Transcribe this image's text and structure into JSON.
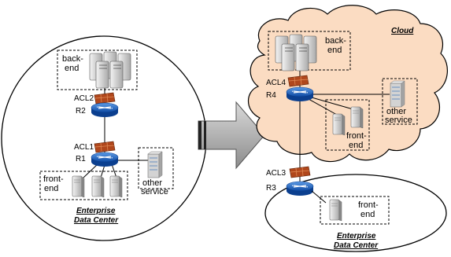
{
  "enterprise_left": {
    "title_line1": "Enterprise",
    "title_line2": "Data Center",
    "backend_line1": "back-",
    "backend_line2": "end",
    "acl2": "ACL2",
    "r2": "R2",
    "acl1": "ACL1",
    "r1": "R1",
    "frontend_line1": "front-",
    "frontend_line2": "end",
    "other_line1": "other",
    "other_line2": "service"
  },
  "cloud": {
    "title": "Cloud",
    "backend_line1": "back-",
    "backend_line2": "end",
    "acl4": "ACL4",
    "r4": "R4",
    "frontend_line1": "front-",
    "frontend_line2": "end",
    "other_line1": "other",
    "other_line2": "service"
  },
  "enterprise_right": {
    "acl3": "ACL3",
    "r3": "R3",
    "frontend_line1": "front-",
    "frontend_line2": "end",
    "title_line1": "Enterprise",
    "title_line2": "Data Center"
  },
  "colors": {
    "cloud_fill": "#fbdcc2",
    "router_blue": "#1f5fb8",
    "firewall": "#b0471c"
  }
}
